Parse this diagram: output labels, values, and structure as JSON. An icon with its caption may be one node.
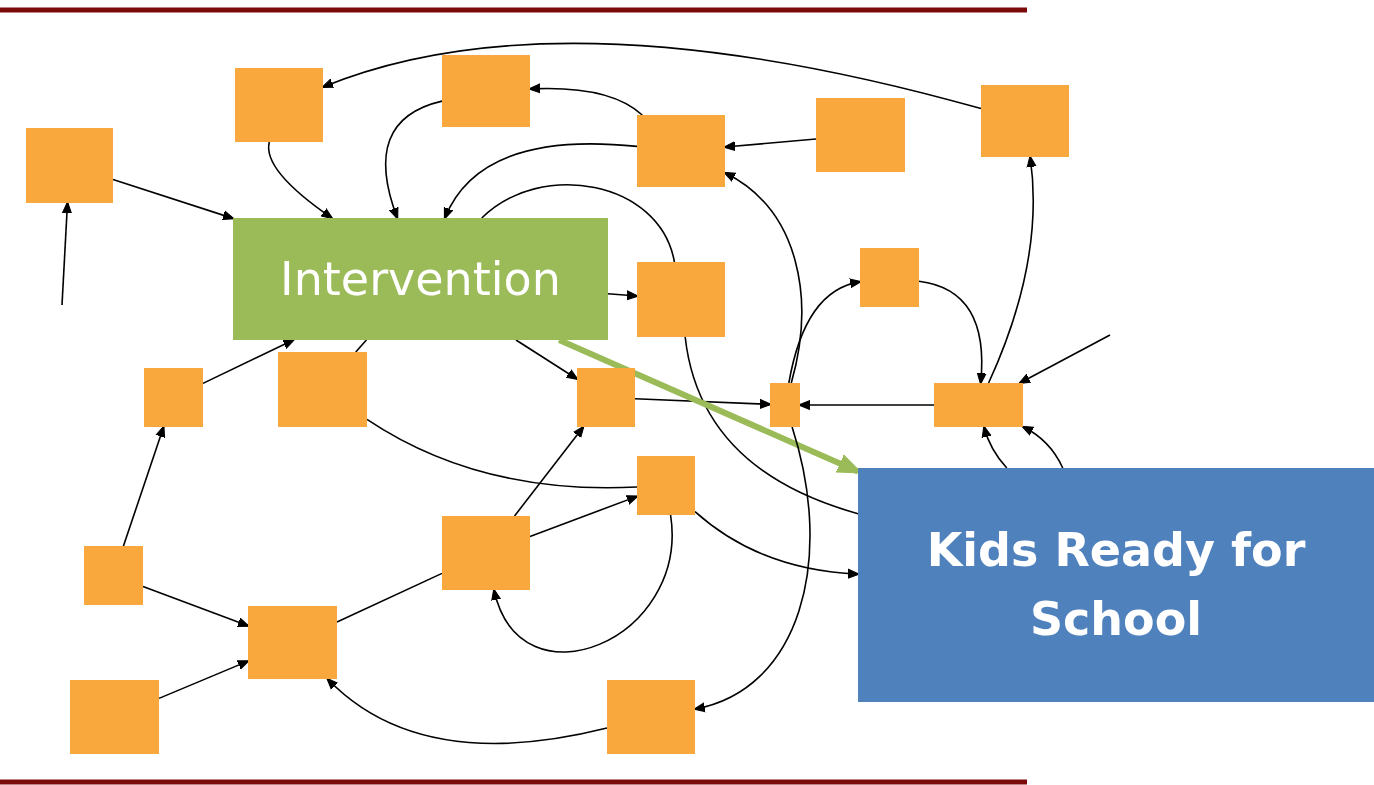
{
  "diagram": {
    "nodes": [
      {
        "text": [
          "Intervention"
        ]
      },
      {
        "text": [
          "Kids Ready for School"
        ]
      },
      {
        "text": [],
        "shape": "box"
      },
      {
        "text": [],
        "shape": "box"
      },
      {
        "text": [],
        "shape": "box"
      },
      {
        "text": [],
        "shape": "box"
      },
      {
        "text": [],
        "shape": "box"
      },
      {
        "text": [],
        "shape": "box"
      },
      {
        "text": [],
        "shape": "box"
      },
      {
        "text": [],
        "shape": "box"
      },
      {
        "text": [],
        "shape": "box"
      },
      {
        "text": [],
        "shape": "box"
      },
      {
        "text": [],
        "shape": "box"
      },
      {
        "text": [],
        "shape": "box"
      },
      {
        "text": [],
        "shape": "box"
      },
      {
        "text": [],
        "shape": "box"
      },
      {
        "text": [],
        "shape": "box"
      },
      {
        "text": [],
        "shape": "box"
      },
      {
        "text": [],
        "shape": "box"
      },
      {
        "text": [],
        "shape": "box"
      },
      {
        "text": [],
        "shape": "box"
      }
    ],
    "edges": [
      {
        "from": 2,
        "to": 0,
        "arrow": "to"
      },
      {
        "from": null,
        "to": 2,
        "arrow": "to"
      },
      {
        "from": 3,
        "to": 0,
        "arrow": "to"
      },
      {
        "from": 4,
        "to": 0,
        "arrow": "to"
      },
      {
        "from": 7,
        "to": 3,
        "arrow": "to"
      },
      {
        "from": 5,
        "to": 4,
        "arrow": "to"
      },
      {
        "from": 6,
        "to": 5,
        "arrow": "to"
      },
      {
        "from": 5,
        "to": 0,
        "arrow": "to"
      },
      {
        "from": 0,
        "to": 9,
        "arrow": "none"
      },
      {
        "from": 0,
        "to": 9,
        "arrow": "to"
      },
      {
        "from": 0,
        "to": 12,
        "arrow": "to"
      },
      {
        "from": 0,
        "to": 11,
        "arrow": "none"
      },
      {
        "from": 9,
        "to": 1,
        "arrow": "none"
      },
      {
        "from": 13,
        "to": 5,
        "arrow": "to"
      },
      {
        "from": 13,
        "to": 8,
        "arrow": "to"
      },
      {
        "from": 8,
        "to": 14,
        "arrow": "to"
      },
      {
        "from": 14,
        "to": 7,
        "arrow": "to"
      },
      {
        "from": null,
        "to": 14,
        "arrow": "to"
      },
      {
        "from": 14,
        "to": 13,
        "arrow": "to"
      },
      {
        "from": 12,
        "to": 13,
        "arrow": "to"
      },
      {
        "from": 0,
        "to": 1,
        "arrow": "to",
        "style": "thick",
        "color": "#9bbb59"
      },
      {
        "from": 10,
        "to": 0,
        "arrow": "to"
      },
      {
        "from": 17,
        "to": 10,
        "arrow": "to"
      },
      {
        "from": 17,
        "to": 18,
        "arrow": "to"
      },
      {
        "from": 19,
        "to": 18,
        "arrow": "to"
      },
      {
        "from": 18,
        "to": 16,
        "arrow": "none"
      },
      {
        "from": 16,
        "to": 12,
        "arrow": "to"
      },
      {
        "from": 16,
        "to": 15,
        "arrow": "to"
      },
      {
        "from": 15,
        "to": 1,
        "arrow": "to"
      },
      {
        "from": 15,
        "to": 16,
        "arrow": "to"
      },
      {
        "from": 20,
        "to": 18,
        "arrow": "to"
      },
      {
        "from": 13,
        "to": 20,
        "arrow": "to"
      },
      {
        "from": 1,
        "to": 14,
        "arrow": "to"
      },
      {
        "from": 1,
        "to": 14,
        "arrow": "to"
      },
      {
        "from": 11,
        "to": 15,
        "arrow": "none"
      }
    ]
  }
}
